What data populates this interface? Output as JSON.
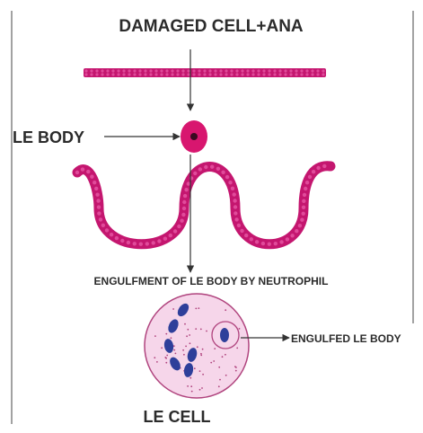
{
  "labels": {
    "title": "DAMAGED CELL+ANA",
    "le_body": "LE BODY",
    "engulfment": "ENGULFMENT OF LE BODY BY NEUTROPHIL",
    "engulfed": "ENGULFED LE BODY",
    "le_cell": "LE CELL"
  },
  "colors": {
    "membrane": "#c4166f",
    "membrane_bead": "#e04a9a",
    "le_body_fill": "#d8166f",
    "le_body_core": "#3a0a20",
    "cell_fill": "#f6d6ea",
    "cell_stroke": "#b0447e",
    "nucleus": "#2e3f9a",
    "arrow": "#333333",
    "text": "#2b2b2b",
    "frame": "#444444"
  }
}
